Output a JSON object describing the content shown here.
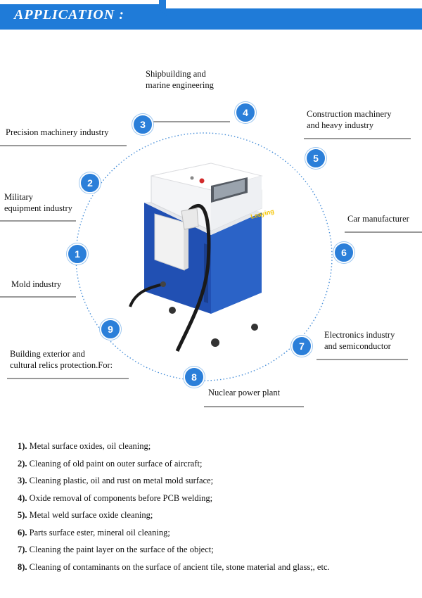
{
  "header": {
    "title": "APPLICATION :"
  },
  "diagram": {
    "machine_brand": "Leaying",
    "nodes": [
      {
        "number": "1",
        "label": "Mold industry"
      },
      {
        "number": "2",
        "label_lines": [
          "Military",
          "equipment industry"
        ]
      },
      {
        "number": "3",
        "label": "Precision machinery industry"
      },
      {
        "number": "4",
        "label_lines": [
          "Shipbuilding and",
          "marine engineering"
        ]
      },
      {
        "number": "5",
        "label_lines": [
          "Construction machinery",
          "and heavy industry"
        ]
      },
      {
        "number": "6",
        "label": "Car manufacturer"
      },
      {
        "number": "7",
        "label_lines": [
          "Electronics industry",
          "and semiconductor"
        ]
      },
      {
        "number": "8",
        "label": "Nuclear power plant"
      },
      {
        "number": "9",
        "label_lines": [
          "Building exterior and",
          "cultural relics protection.For:"
        ]
      }
    ]
  },
  "applications": [
    {
      "num": "1).",
      "text": " Metal surface oxides, oil cleaning;"
    },
    {
      "num": "2).",
      "text": " Cleaning of old paint on outer surface of aircraft;"
    },
    {
      "num": "3).",
      "text": " Cleaning plastic, oil and rust on metal mold surface;"
    },
    {
      "num": "4).",
      "text": " Oxide removal of components before PCB welding;"
    },
    {
      "num": "5).",
      "text": " Metal weld surface oxide cleaning;"
    },
    {
      "num": "6).",
      "text": " Parts surface ester, mineral oil cleaning;"
    },
    {
      "num": "7).",
      "text": " Cleaning the paint layer on the surface of the object;"
    },
    {
      "num": "8).",
      "text": " Cleaning of contaminants on the surface of ancient tile, stone material and glass;, etc."
    }
  ]
}
